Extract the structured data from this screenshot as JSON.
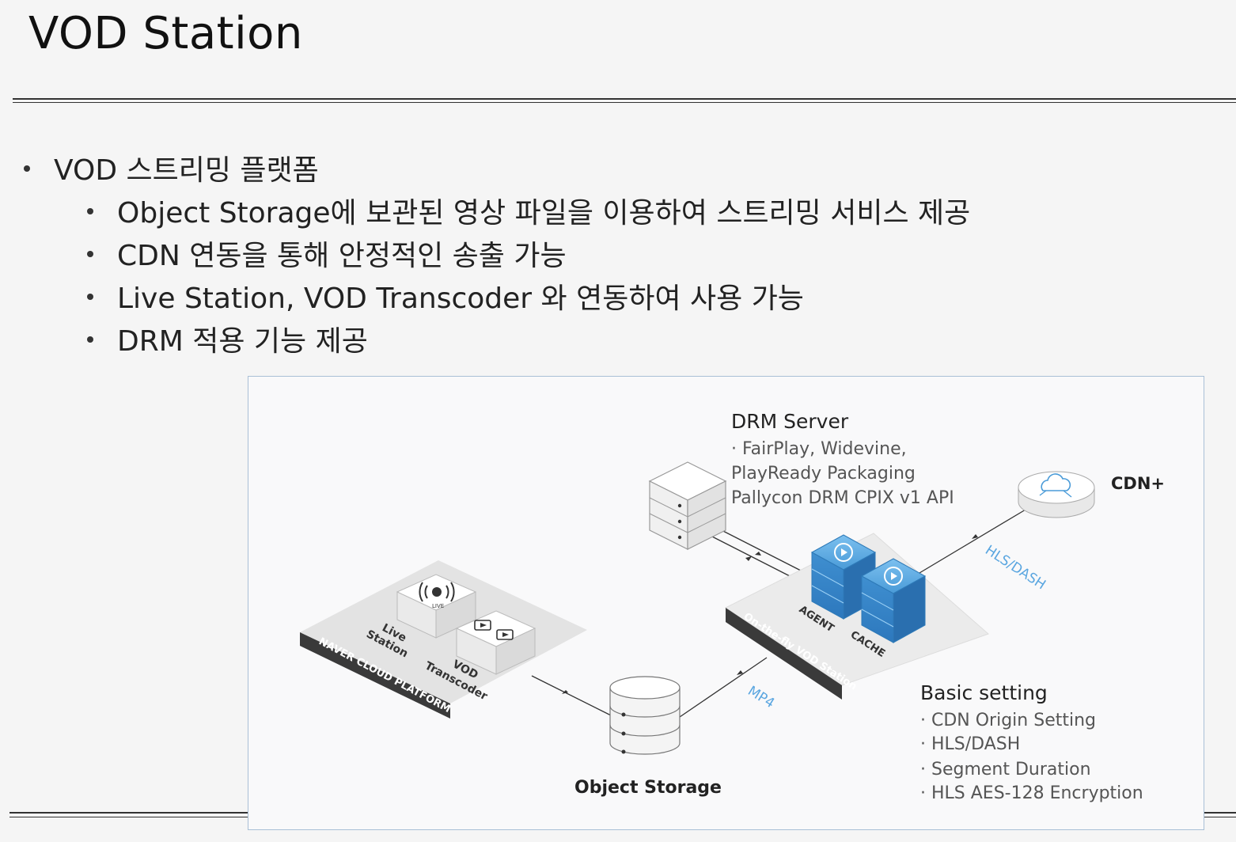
{
  "slide": {
    "title": "VOD Station",
    "bullets": [
      {
        "level": 0,
        "text": "VOD 스트리밍 플랫폼"
      },
      {
        "level": 1,
        "text": "Object Storage에 보관된 영상 파일을 이용하여 스트리밍 서비스 제공"
      },
      {
        "level": 1,
        "text": "CDN 연동을 통해 안정적인 송출 가능"
      },
      {
        "level": 1,
        "text": "Live Station, VOD Transcoder 와 연동하여 사용 가능"
      },
      {
        "level": 1,
        "text": "DRM 적용 기능 제공"
      }
    ]
  },
  "diagram": {
    "drm_server": {
      "title": "DRM Server",
      "lines": [
        "· FairPlay, Widevine,",
        "PlayReady Packaging",
        "Pallycon DRM CPIX v1 API"
      ]
    },
    "cdn_label": "CDN+",
    "hls_dash_label": "HLS/DASH",
    "mp4_label": "MP4",
    "object_storage_label": "Object Storage",
    "ncp_label": "NAVER CLOUD PLATFORM",
    "live_station_label": [
      "Live",
      "Station"
    ],
    "vod_transcoder_label": [
      "VOD",
      "Transcoder"
    ],
    "live_icon_text": "LIVE",
    "otf_label": "On-the-fly VOD Station",
    "agent_label": "AGENT",
    "cache_label": "CACHE",
    "basic_setting": {
      "title": "Basic setting",
      "lines": [
        "· CDN Origin Setting",
        "· HLS/DASH",
        "· Segment Duration",
        "· HLS AES-128 Encryption"
      ]
    },
    "colors": {
      "accent_blue": "#4a9bd8",
      "label_blue": "#5aa6e0",
      "frame": "#a9bfd6"
    }
  }
}
